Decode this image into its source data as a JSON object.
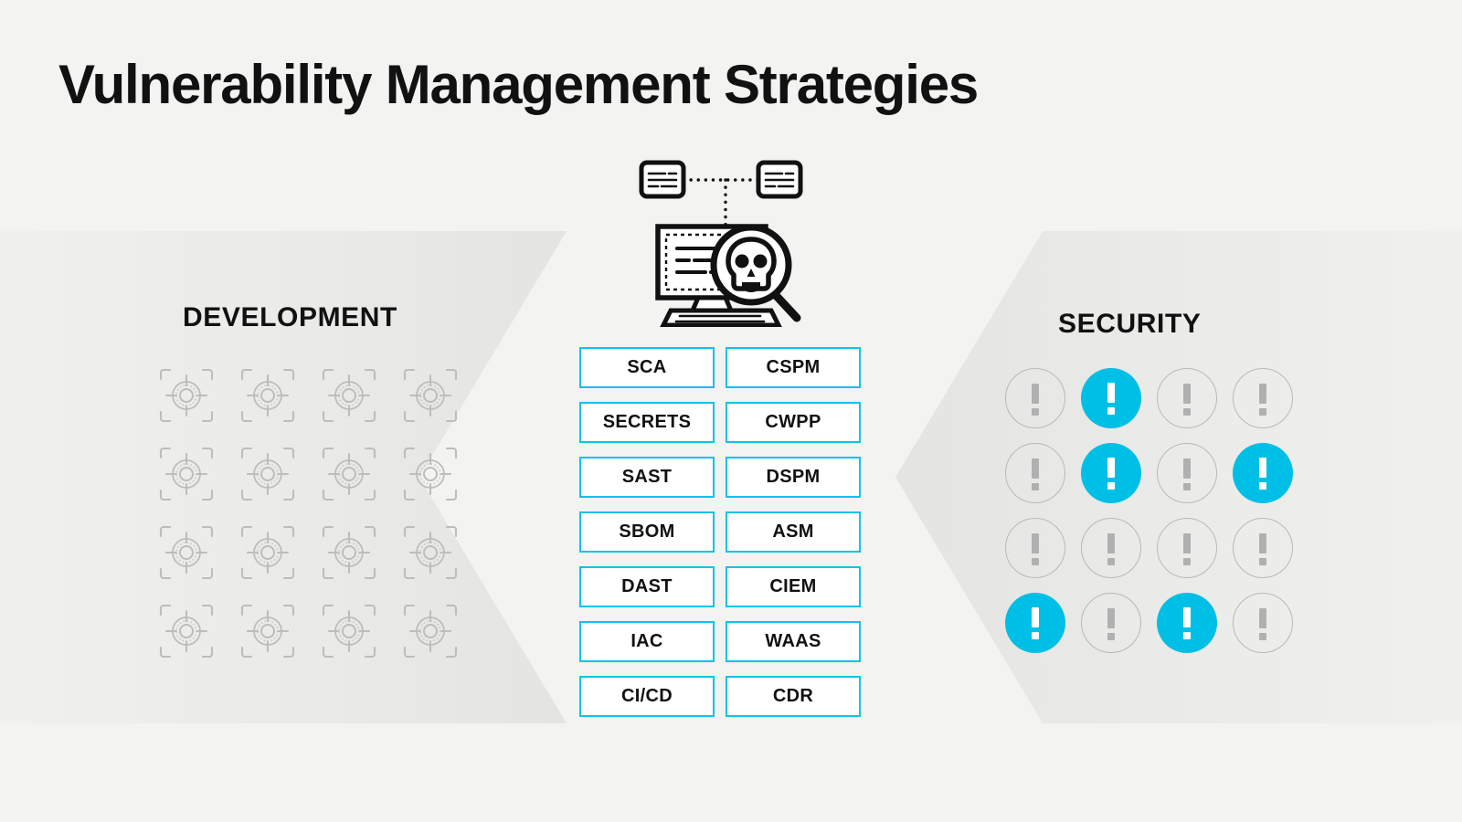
{
  "title": "Vulnerability Management Strategies",
  "colors": {
    "background": "#f3f3f1",
    "panel": "#eaeae8",
    "accent_cyan": "#00bfe6",
    "chip_border": "#12c2ea",
    "text": "#111111",
    "muted_gray": "#b0b0b0"
  },
  "sections": {
    "development": {
      "heading": "DEVELOPMENT",
      "icon_name": "crosshair-target-icon",
      "grid": {
        "rows": 4,
        "cols": 4,
        "total": 16
      }
    },
    "security": {
      "heading": "SECURITY",
      "icon_name": "alert-exclamation-icon",
      "grid": {
        "rows": 4,
        "cols": 4,
        "total": 16
      },
      "active_states": [
        [
          false,
          true,
          false,
          false
        ],
        [
          false,
          true,
          false,
          true
        ],
        [
          false,
          false,
          false,
          false
        ],
        [
          true,
          false,
          true,
          false
        ]
      ]
    }
  },
  "hero": {
    "icon_name": "vulnerability-scan-illustration",
    "parts": [
      "document-card-left",
      "document-card-right",
      "dotted-connector",
      "monitor",
      "magnifier",
      "skull-icon",
      "keyboard"
    ]
  },
  "center_labels": {
    "left_column": [
      "SCA",
      "SECRETS",
      "SAST",
      "SBOM",
      "DAST",
      "IAC",
      "CI/CD"
    ],
    "right_column": [
      "CSPM",
      "CWPP",
      "DSPM",
      "ASM",
      "CIEM",
      "WAAS",
      "CDR"
    ]
  }
}
